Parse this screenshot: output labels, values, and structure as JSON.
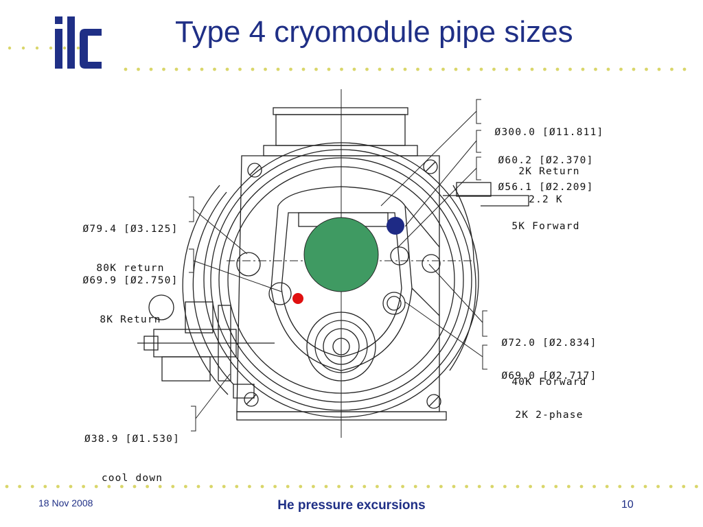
{
  "slide": {
    "title": "Type 4 cryomodule pipe sizes",
    "logo_text": "ilc",
    "colors": {
      "brand": "#1f2f86",
      "dots": "#d9d66a",
      "green_pipe": "#3f9a62",
      "blue_marker": "#1e2a85",
      "red_marker": "#e01010"
    }
  },
  "callouts": [
    {
      "id": "c1",
      "size": "Ø300.0 [Ø11.811]",
      "label": "2K Return"
    },
    {
      "id": "c2",
      "size": "Ø60.2 [Ø2.370]",
      "label": "2.2 K"
    },
    {
      "id": "c3",
      "size": "Ø56.1 [Ø2.209]",
      "label": "5K Forward"
    },
    {
      "id": "c4",
      "size": "Ø79.4 [Ø3.125]",
      "label": "80K return"
    },
    {
      "id": "c5",
      "size": "Ø69.9 [Ø2.750]",
      "label": "8K Return"
    },
    {
      "id": "c6",
      "size": "Ø72.0 [Ø2.834]",
      "label": "40K Forward"
    },
    {
      "id": "c7",
      "size": "Ø69.0 [Ø2.717]",
      "label": "2K 2-phase"
    },
    {
      "id": "c8",
      "size": "Ø38.9 [Ø1.530]",
      "label": "cool down"
    }
  ],
  "footer": {
    "date": "18 Nov 2008",
    "center": "He pressure excursions",
    "page": "10"
  }
}
